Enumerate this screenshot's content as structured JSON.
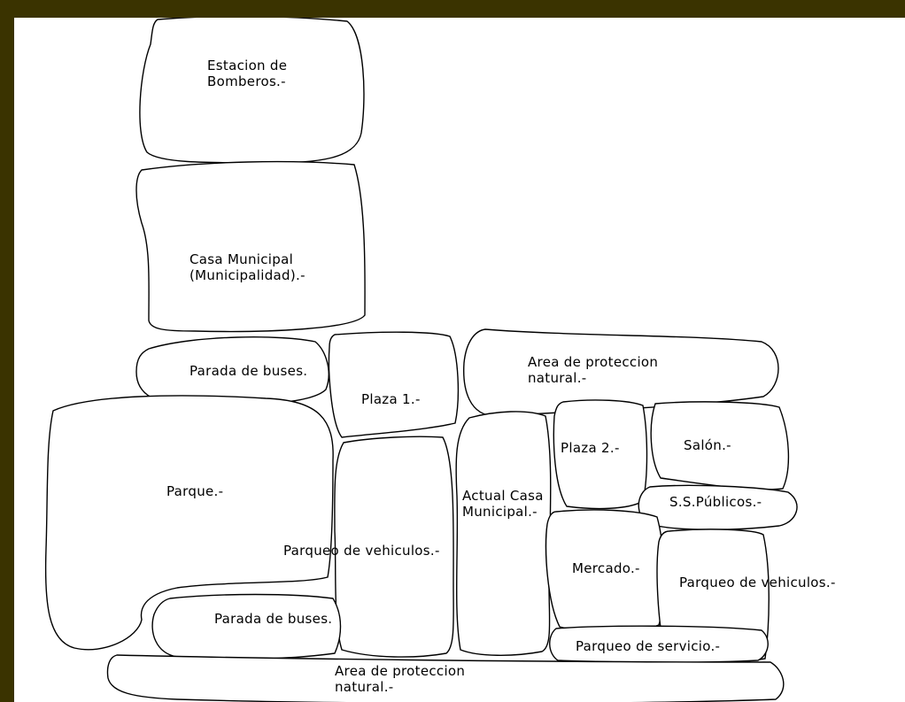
{
  "map": {
    "zones": [
      {
        "id": "estacion-bomberos",
        "label": "Estacion de\nBomberos.-"
      },
      {
        "id": "casa-municipal",
        "label": "Casa Municipal\n(Municipalidad).-"
      },
      {
        "id": "parada-buses-1",
        "label": "Parada de buses."
      },
      {
        "id": "plaza-1",
        "label": "Plaza 1.-"
      },
      {
        "id": "area-proteccion-1",
        "label": "Area de proteccion\nnatural.-"
      },
      {
        "id": "parque",
        "label": "Parque.-"
      },
      {
        "id": "parqueo-vehiculos-1",
        "label": "Parqueo de vehiculos.-"
      },
      {
        "id": "actual-casa-municipal",
        "label": "Actual Casa\nMunicipal.-"
      },
      {
        "id": "plaza-2",
        "label": "Plaza 2.-"
      },
      {
        "id": "salon",
        "label": "Salón.-"
      },
      {
        "id": "ss-publicos",
        "label": "S.S.Públicos.-"
      },
      {
        "id": "mercado",
        "label": "Mercado.-"
      },
      {
        "id": "parqueo-vehiculos-2",
        "label": "Parqueo de vehiculos.-"
      },
      {
        "id": "parada-buses-2",
        "label": "Parada de buses."
      },
      {
        "id": "parqueo-servicio",
        "label": "Parqueo de servicio.-"
      },
      {
        "id": "area-proteccion-2",
        "label": "Area de proteccion\nnatural.-"
      }
    ]
  }
}
